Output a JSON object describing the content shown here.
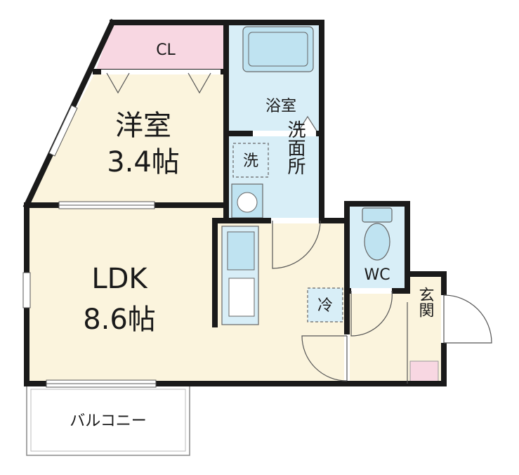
{
  "floorplan": {
    "rooms": {
      "closet": {
        "label": "CL"
      },
      "western_room": {
        "name": "洋室",
        "size": "3.4帖"
      },
      "bathroom": {
        "label": "浴室"
      },
      "washing_machine": {
        "label": "洗"
      },
      "washroom": {
        "label": "洗面所"
      },
      "ldk": {
        "name": "LDK",
        "size": "8.6帖"
      },
      "fridge": {
        "label": "冷"
      },
      "toilet": {
        "label": "WC"
      },
      "entrance": {
        "label": "玄関"
      },
      "balcony": {
        "label": "バルコニー"
      }
    },
    "colors": {
      "room_fill": "#fbf4dd",
      "wet_fill": "#d8eef7",
      "closet_fill": "#f8d7e2",
      "wall": "#1a1a1a",
      "fixture_fill": "#bfe3f1"
    }
  }
}
